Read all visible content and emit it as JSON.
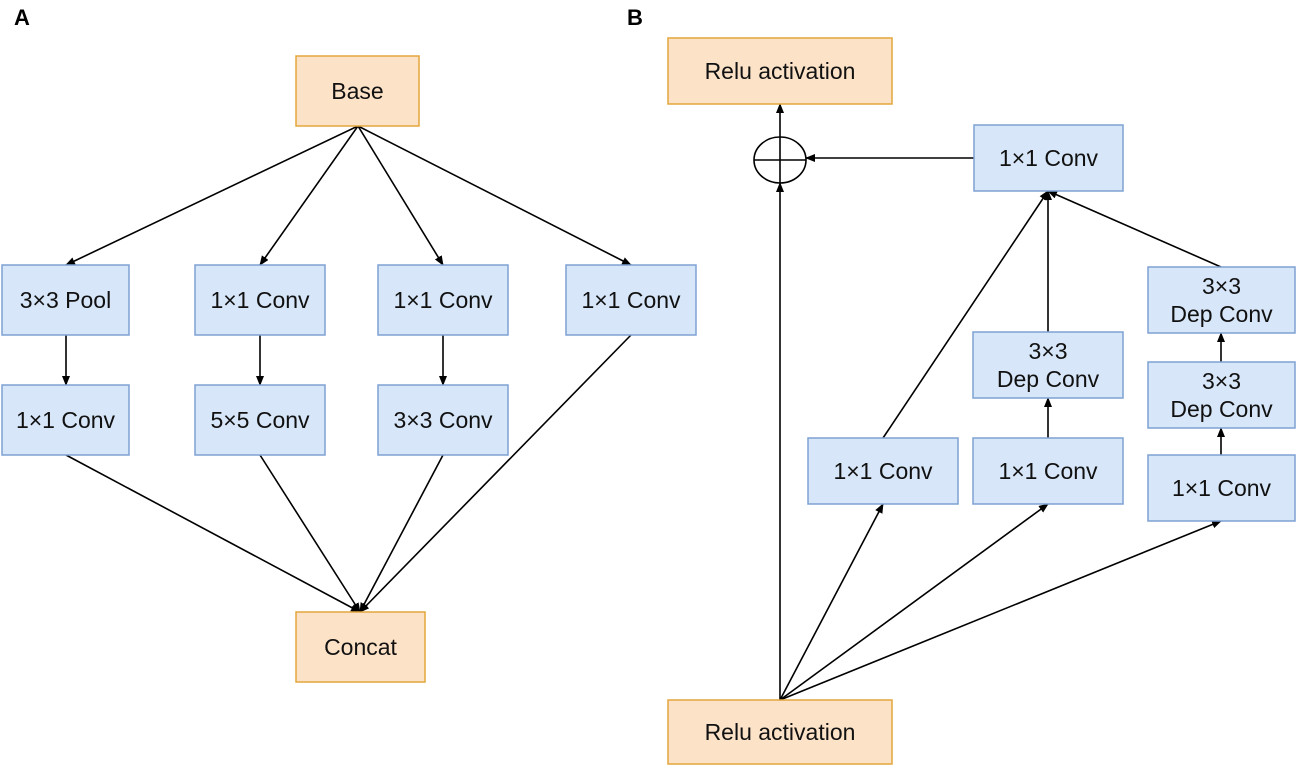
{
  "colors": {
    "orange_fill": "#FCE3C8",
    "orange_stroke": "#E3A63A",
    "blue_fill": "#D7E6F8",
    "blue_stroke": "#7EA2D2",
    "line": "#000000"
  },
  "panel_a": {
    "label": "A",
    "nodes": [
      {
        "id": "a_base",
        "text": [
          "Base"
        ],
        "style": "orange"
      },
      {
        "id": "a_pool",
        "text": [
          "3×3 Pool"
        ],
        "style": "blue"
      },
      {
        "id": "a_conv1_b",
        "text": [
          "1×1 Conv"
        ],
        "style": "blue"
      },
      {
        "id": "a_conv1_c",
        "text": [
          "1×1 Conv"
        ],
        "style": "blue"
      },
      {
        "id": "a_conv1_d",
        "text": [
          "1×1 Conv"
        ],
        "style": "blue"
      },
      {
        "id": "a_conv1_e",
        "text": [
          "1×1 Conv"
        ],
        "style": "blue"
      },
      {
        "id": "a_conv5",
        "text": [
          "5×5 Conv"
        ],
        "style": "blue"
      },
      {
        "id": "a_conv3",
        "text": [
          "3×3 Conv"
        ],
        "style": "blue"
      },
      {
        "id": "a_concat",
        "text": [
          "Concat"
        ],
        "style": "orange"
      }
    ],
    "edges": [
      {
        "from": "a_base",
        "to": "a_pool"
      },
      {
        "from": "a_base",
        "to": "a_conv1_b"
      },
      {
        "from": "a_base",
        "to": "a_conv1_c"
      },
      {
        "from": "a_base",
        "to": "a_conv1_d"
      },
      {
        "from": "a_pool",
        "to": "a_conv1_e"
      },
      {
        "from": "a_conv1_b",
        "to": "a_conv5"
      },
      {
        "from": "a_conv1_c",
        "to": "a_conv3"
      },
      {
        "from": "a_conv1_e",
        "to": "a_concat"
      },
      {
        "from": "a_conv5",
        "to": "a_concat"
      },
      {
        "from": "a_conv3",
        "to": "a_concat"
      },
      {
        "from": "a_conv1_d",
        "to": "a_concat"
      }
    ]
  },
  "panel_b": {
    "label": "B",
    "nodes": [
      {
        "id": "b_relu_top",
        "text": [
          "Relu activation"
        ],
        "style": "orange"
      },
      {
        "id": "b_add",
        "text": [],
        "style": "sum"
      },
      {
        "id": "b_conv_top",
        "text": [
          "1×1 Conv"
        ],
        "style": "blue"
      },
      {
        "id": "b_conv_left",
        "text": [
          "1×1 Conv"
        ],
        "style": "blue"
      },
      {
        "id": "b_conv_mid",
        "text": [
          "1×1 Conv"
        ],
        "style": "blue"
      },
      {
        "id": "b_dep_mid",
        "text": [
          "3×3",
          "Dep Conv"
        ],
        "style": "blue"
      },
      {
        "id": "b_conv_right",
        "text": [
          "1×1 Conv"
        ],
        "style": "blue"
      },
      {
        "id": "b_dep_right_low",
        "text": [
          "3×3",
          "Dep Conv"
        ],
        "style": "blue"
      },
      {
        "id": "b_dep_right_high",
        "text": [
          "3×3",
          "Dep Conv"
        ],
        "style": "blue"
      },
      {
        "id": "b_relu_bottom",
        "text": [
          "Relu activation"
        ],
        "style": "orange"
      }
    ],
    "edges": [
      {
        "from": "b_relu_bottom",
        "to": "b_add"
      },
      {
        "from": "b_add",
        "to": "b_relu_top"
      },
      {
        "from": "b_conv_top",
        "to": "b_add"
      },
      {
        "from": "b_relu_bottom",
        "to": "b_conv_left"
      },
      {
        "from": "b_relu_bottom",
        "to": "b_conv_mid"
      },
      {
        "from": "b_relu_bottom",
        "to": "b_conv_right"
      },
      {
        "from": "b_conv_left",
        "to": "b_conv_top"
      },
      {
        "from": "b_conv_mid",
        "to": "b_dep_mid"
      },
      {
        "from": "b_dep_mid",
        "to": "b_conv_top"
      },
      {
        "from": "b_conv_right",
        "to": "b_dep_right_low"
      },
      {
        "from": "b_dep_right_low",
        "to": "b_dep_right_high"
      },
      {
        "from": "b_dep_right_high",
        "to": "b_conv_top"
      }
    ]
  }
}
